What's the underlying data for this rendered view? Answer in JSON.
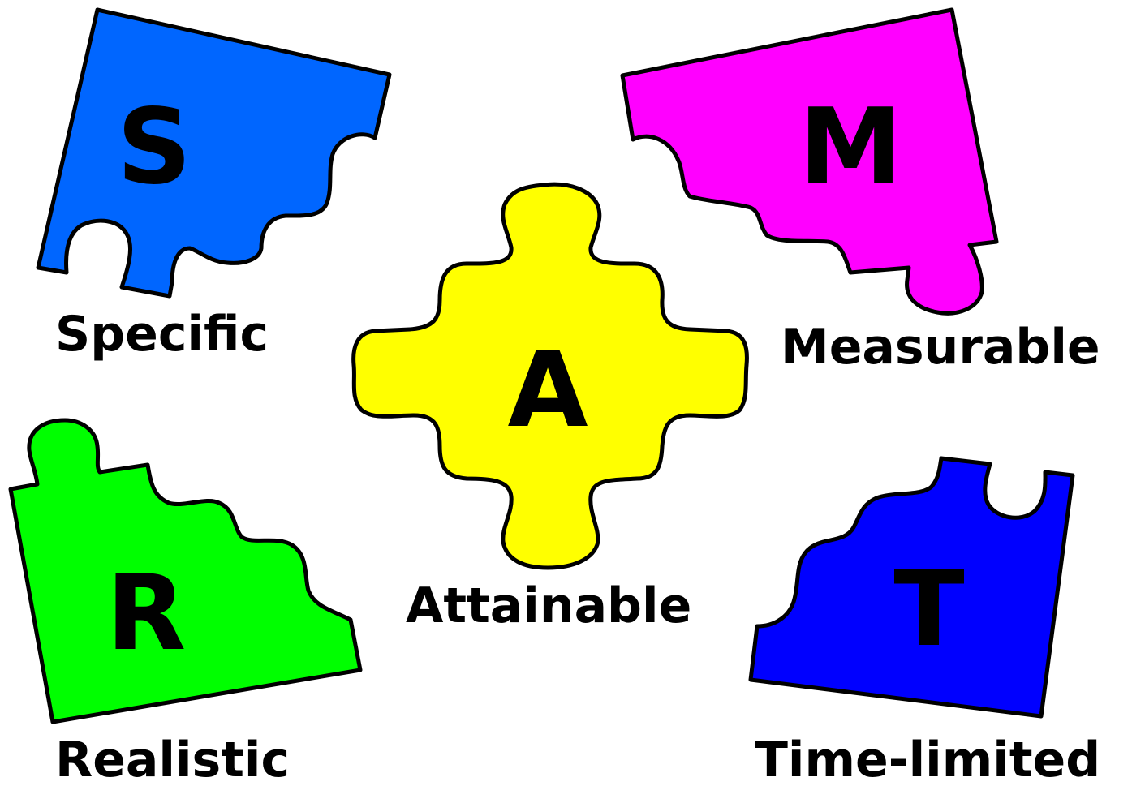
{
  "pieces": {
    "s": {
      "letter": "S",
      "label": "Specific",
      "color": "#0066ff"
    },
    "m": {
      "letter": "M",
      "label": "Measurable",
      "color": "#ff00ff"
    },
    "a": {
      "letter": "A",
      "label": "Attainable",
      "color": "#ffff00"
    },
    "r": {
      "letter": "R",
      "label": "Realistic",
      "color": "#00ff00"
    },
    "t": {
      "letter": "T",
      "label": "Time-limited",
      "color": "#0000ff"
    }
  }
}
